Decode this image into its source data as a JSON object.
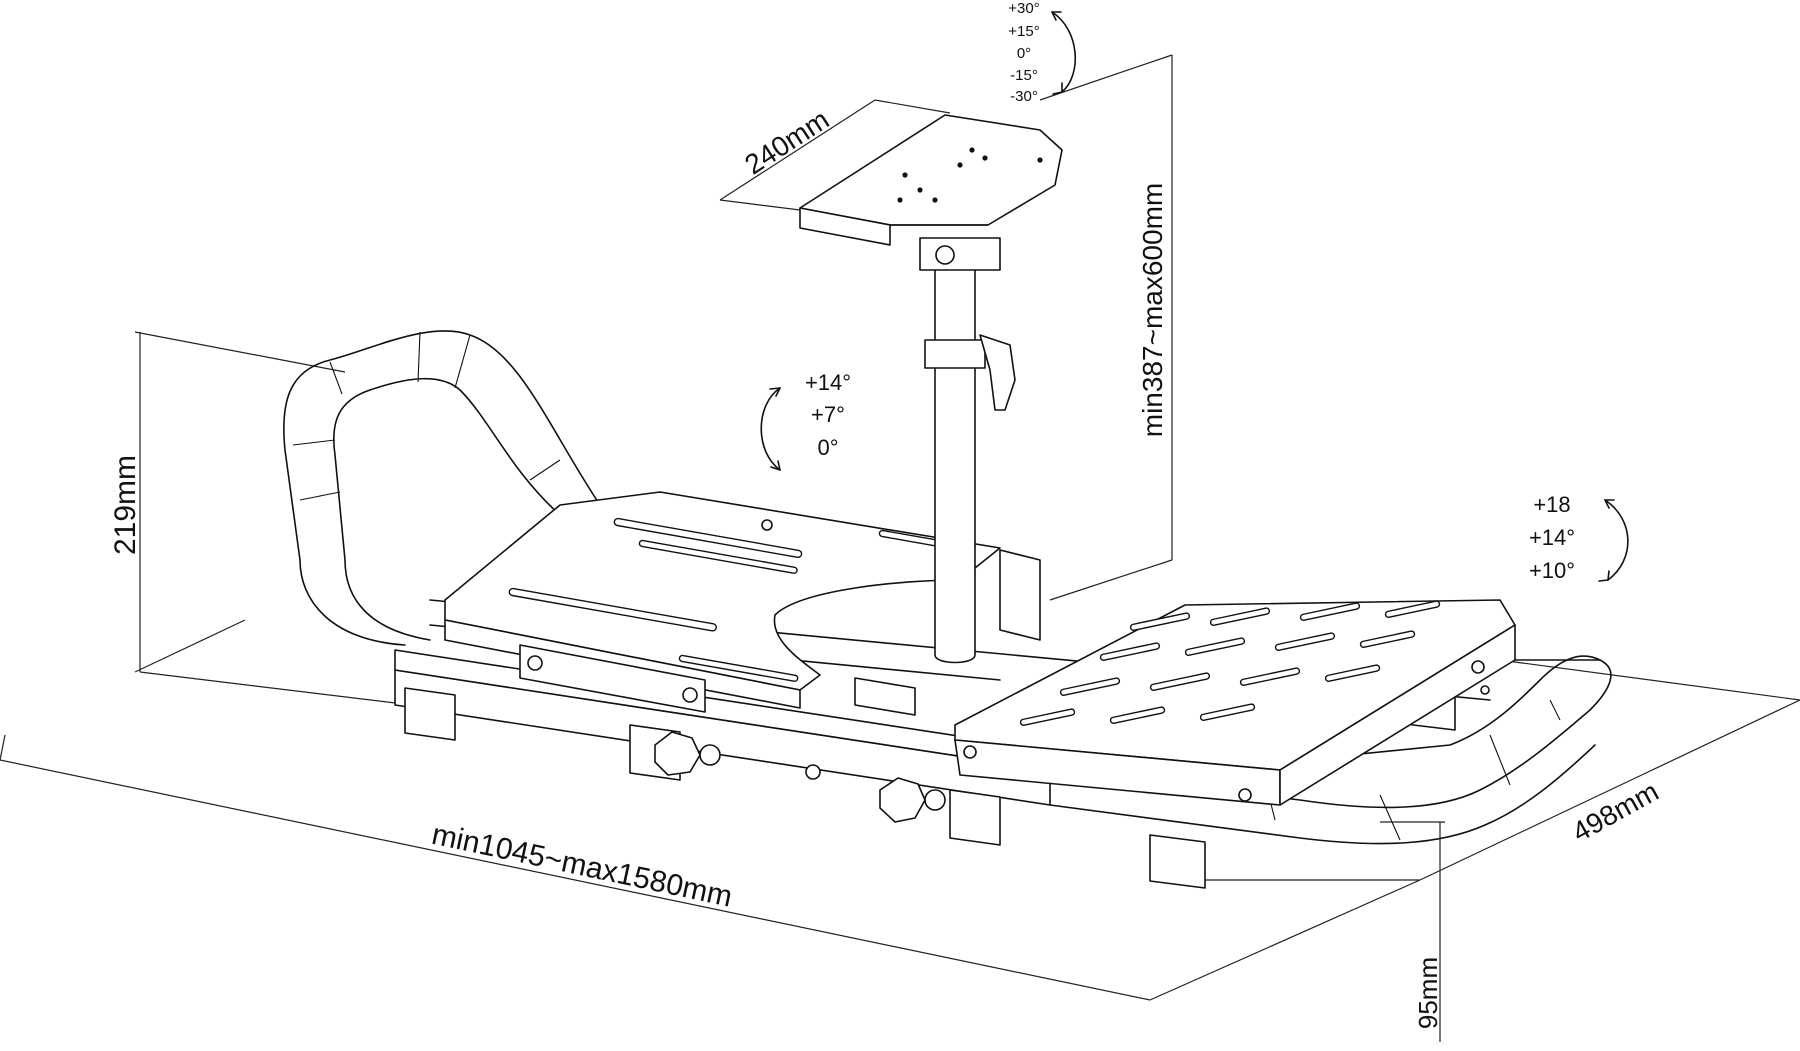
{
  "dimensions": {
    "wheel_plate_width": "240mm",
    "mast_height": "min387~max600mm",
    "seat_height": "219mm",
    "length": "min1045~max1580mm",
    "depth": "498mm",
    "base_height": "95mm"
  },
  "angles": {
    "wheel_plate": [
      "+30°",
      "+15°",
      "0°",
      "-15°",
      "-30°"
    ],
    "mast": [
      "+14°",
      "+7°",
      "0°"
    ],
    "pedal_plate": [
      "+18",
      "+14°",
      "+10°"
    ]
  }
}
